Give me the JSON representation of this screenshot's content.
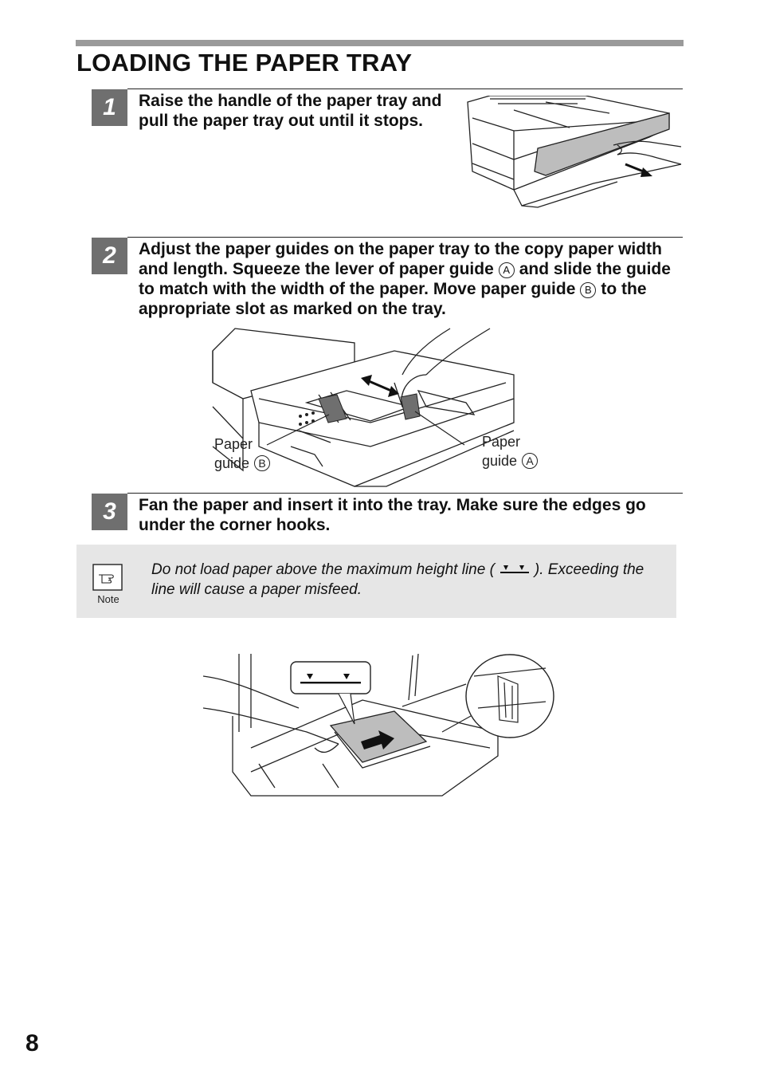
{
  "page": {
    "title": "LOADING THE PAPER TRAY",
    "page_number": "8"
  },
  "steps": [
    {
      "number": "1",
      "text": "Raise the handle of the paper tray and pull the paper tray out until it stops."
    },
    {
      "number": "2",
      "text_part1": "Adjust the paper guides on the paper tray to the copy paper width and length. Squeeze the lever of paper guide",
      "marker_a": "A",
      "text_part2": "and slide the guide to match with the width of the paper. Move paper guide",
      "marker_b": "B",
      "text_part3": "to the appropriate slot as marked on the tray."
    },
    {
      "number": "3",
      "text": "Fan the paper and insert it into the tray. Make sure the edges go under the corner hooks."
    }
  ],
  "illustration_labels": {
    "guide_b_word1": "Paper",
    "guide_b_word2": "guide",
    "guide_b_marker": "B",
    "guide_a_word1": "Paper",
    "guide_a_word2": "guide",
    "guide_a_marker": "A"
  },
  "note": {
    "label": "Note",
    "text_part1": "Do not load paper above the maximum height line (",
    "text_part2": "). Exceeding the line will cause a paper misfeed.",
    "icon": "pointing-hand-icon"
  },
  "colors": {
    "step_badge": "#6f6f6f",
    "top_bar": "#9a9a9a",
    "note_background": "#e6e6e6",
    "tray_fill": "#bdbdbd"
  }
}
